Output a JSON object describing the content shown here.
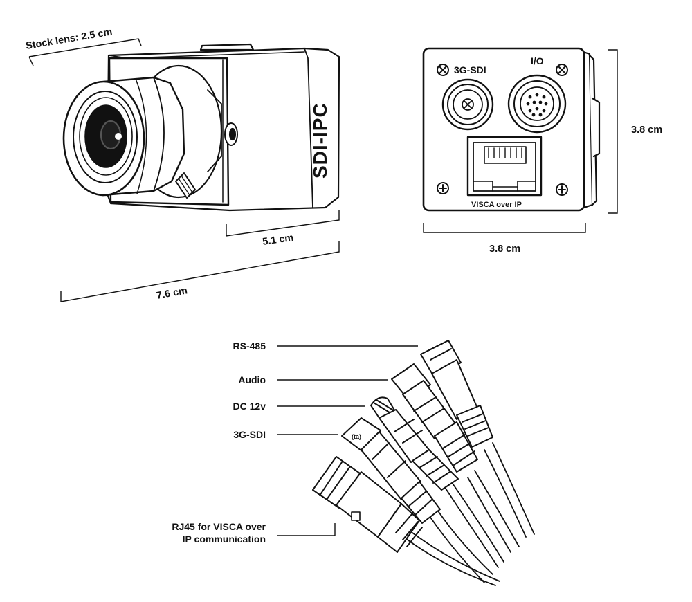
{
  "dimensions": {
    "stock_lens": "Stock lens: 2.5 cm",
    "body_depth": "5.1 cm",
    "total_length": "7.6 cm",
    "rear_height": "3.8 cm",
    "rear_width": "3.8 cm"
  },
  "camera": {
    "brand_label": "SDI-IPC"
  },
  "rear_panel": {
    "port_3g_sdi": "3G-SDI",
    "port_io": "I/O",
    "port_rj45": "VISCA over IP"
  },
  "cable_callouts": {
    "rs485": "RS-485",
    "audio": "Audio",
    "dc12v": "DC 12v",
    "sdi": "3G-SDI",
    "rj45_line1": "RJ45 for VISCA over",
    "rj45_line2": "IP communication"
  }
}
